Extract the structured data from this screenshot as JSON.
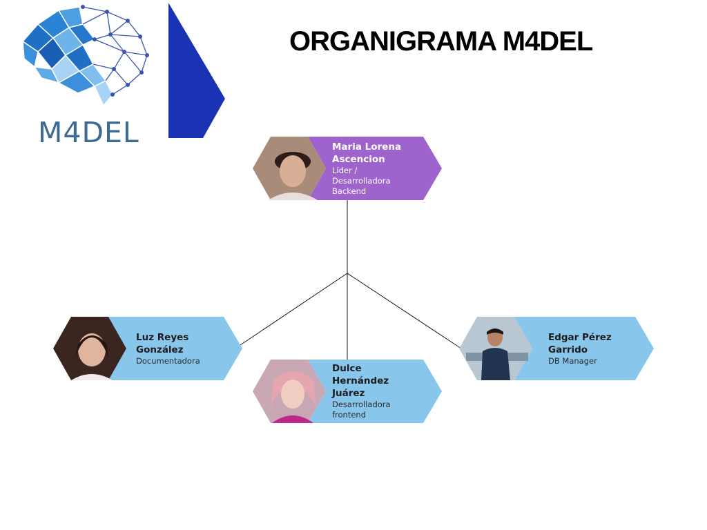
{
  "logo": {
    "text": "M4DEL"
  },
  "title": "ORGANIGRAMA M4DEL",
  "colors": {
    "lead_card": "#9e63cd",
    "member_card": "#88c6ec",
    "deco_shape": "#1a33b5",
    "logo_text": "#3d6a92"
  },
  "members": {
    "lead": {
      "name": "Maria Lorena\nAscencion",
      "role": "Líder /\nDesarrolladora\nBackend"
    },
    "left": {
      "name": " Luz Reyes\nGonzález",
      "role": "Documentadora"
    },
    "center": {
      "name": "Dulce\nHernández\nJuárez",
      "role": "Desarrolladora\nfrontend"
    },
    "right": {
      "name": "Edgar Pérez\nGarrido",
      "role": "DB Manager"
    }
  }
}
